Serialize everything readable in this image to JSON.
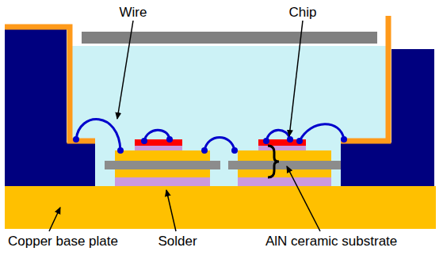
{
  "diagram": {
    "labels": [
      "Wire",
      "Chip",
      "Copper base plate",
      "Solder",
      "AlN ceramic substrate"
    ]
  }
}
